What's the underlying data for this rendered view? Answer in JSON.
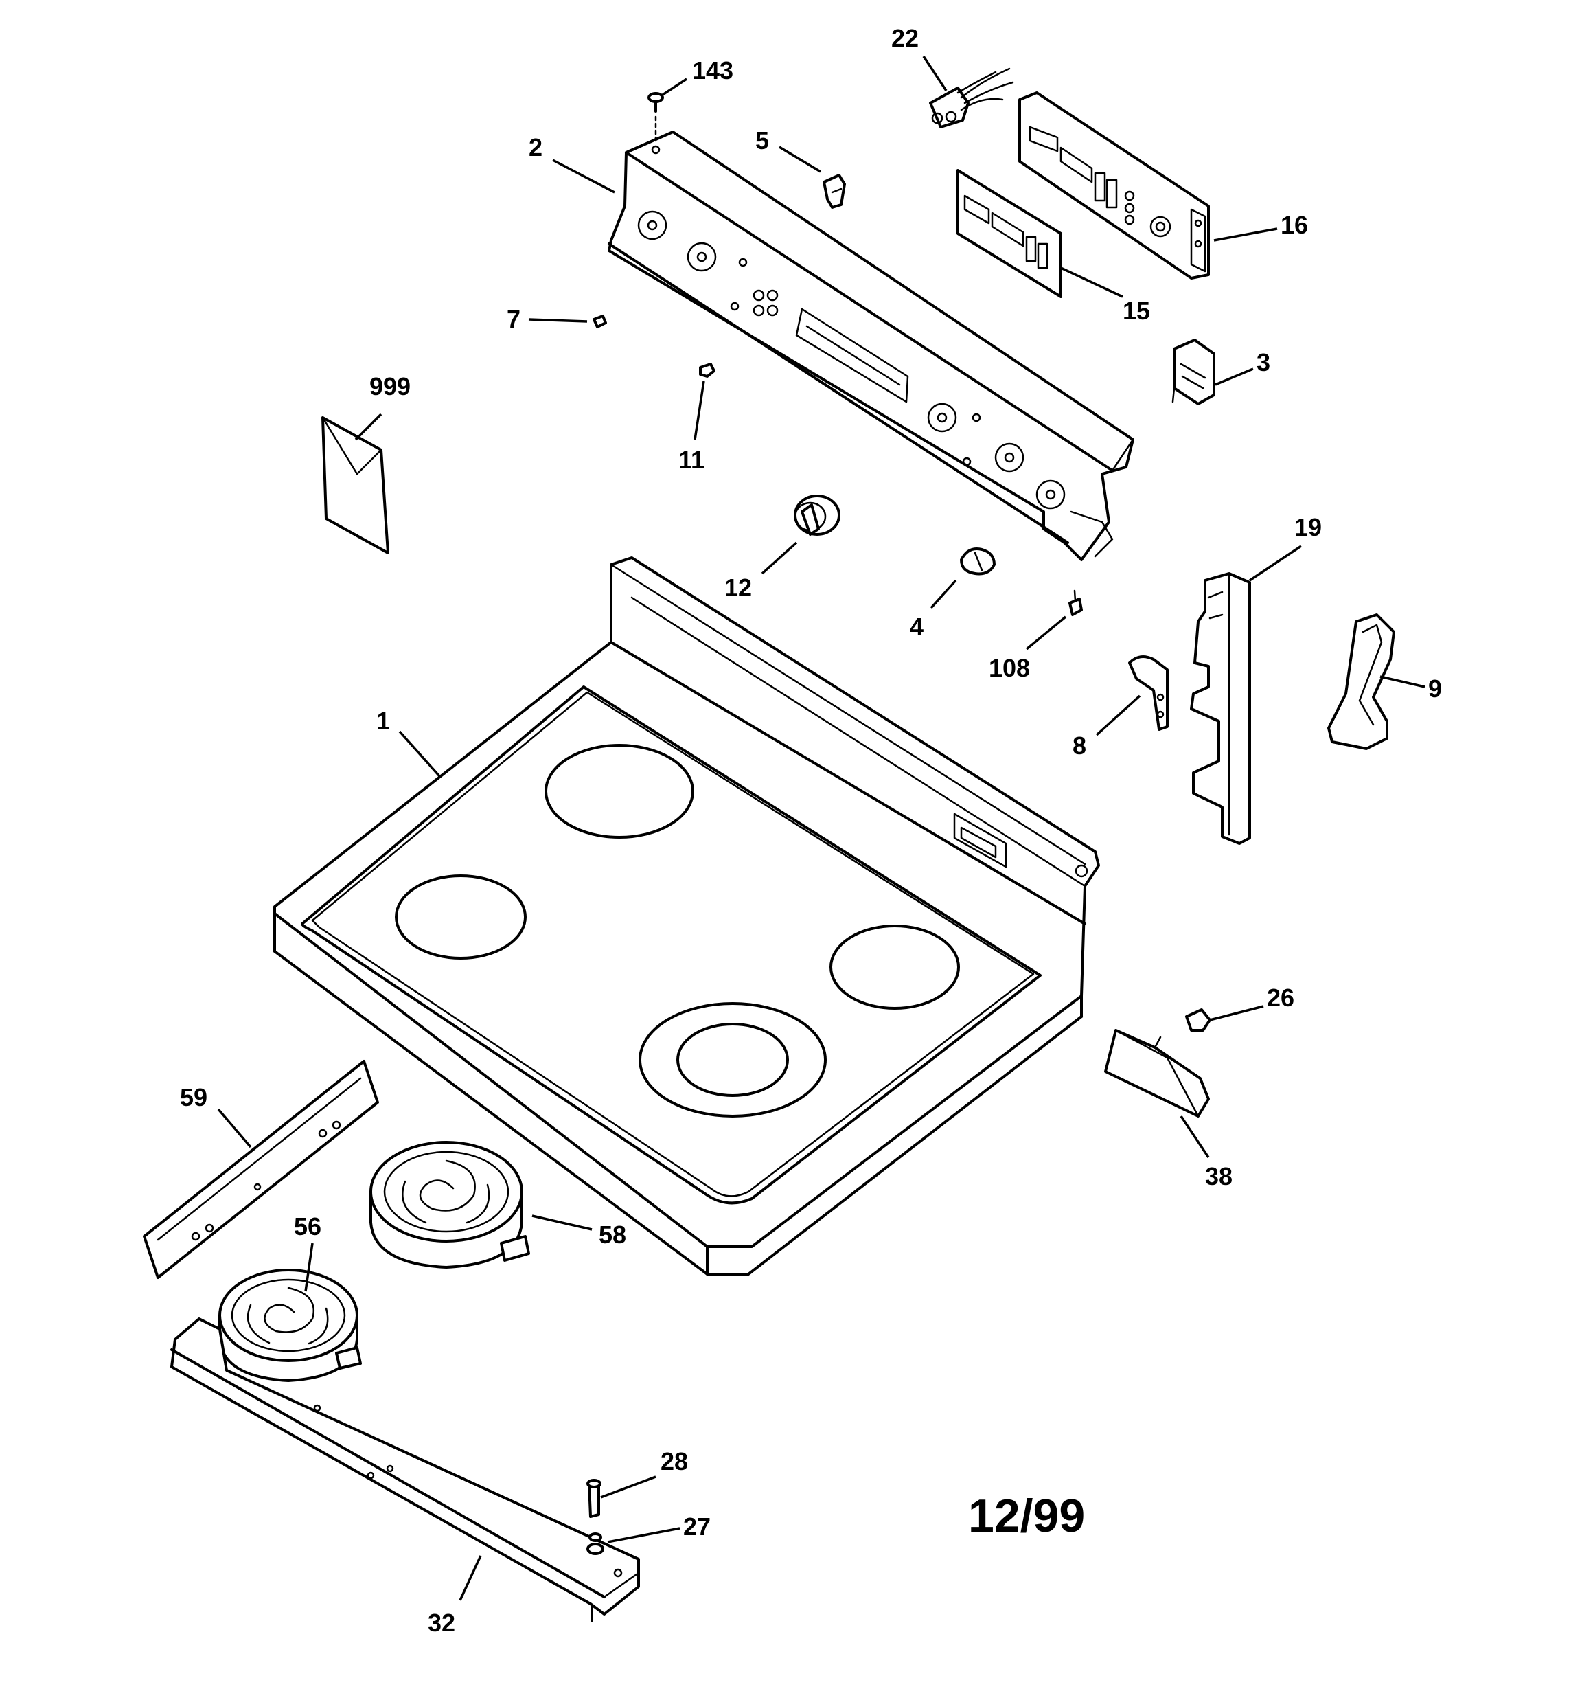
{
  "diagram": {
    "date_code": "12/99",
    "part_labels": {
      "p1": "1",
      "p2": "2",
      "p3": "3",
      "p4": "4",
      "p5": "5",
      "p7": "7",
      "p8": "8",
      "p9": "9",
      "p11": "11",
      "p12": "12",
      "p15": "15",
      "p16": "16",
      "p19": "19",
      "p22": "22",
      "p26": "26",
      "p27": "27",
      "p28": "28",
      "p32": "32",
      "p38": "38",
      "p56": "56",
      "p58": "58",
      "p59": "59",
      "p108": "108",
      "p143": "143",
      "p999": "999"
    }
  }
}
